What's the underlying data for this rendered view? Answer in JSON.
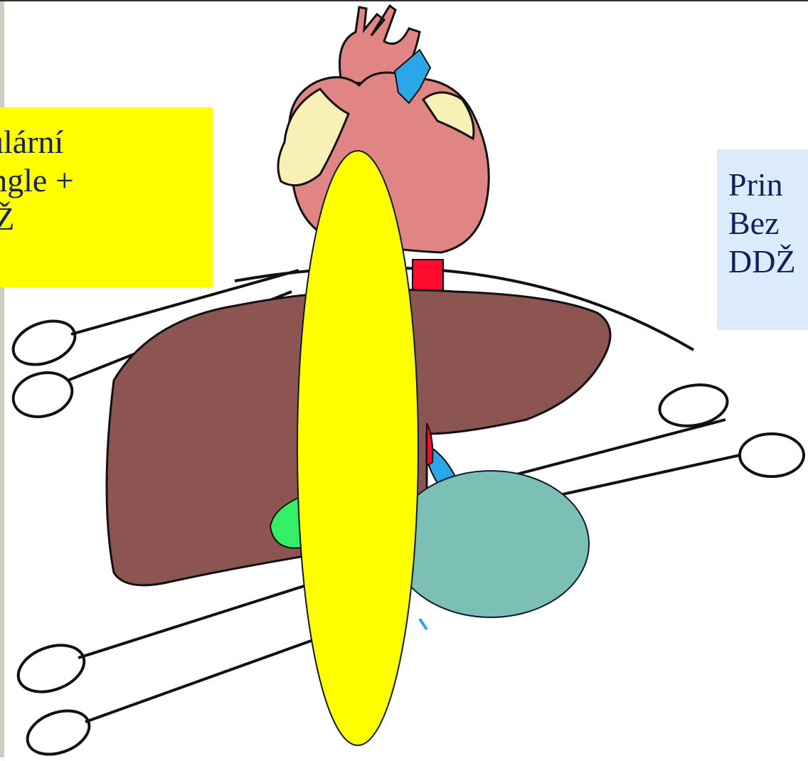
{
  "labels": {
    "left": {
      "lines": [
        "kulární",
        "ringle +",
        "DŽ"
      ],
      "background": "#ffff00"
    },
    "right": {
      "lines": [
        "Prin",
        "Bez",
        "DDŽ"
      ],
      "background": "#dcebfb"
    }
  },
  "colors": {
    "heart": "#e08484",
    "atrium": "#f8f0b4",
    "vein_blue": "#2aa7e6",
    "vessel_red": "#ff0d2e",
    "liver": "#8c5552",
    "gallbladder": "#34ee66",
    "yellow_oval": "#ffff00",
    "teal_oval": "#7cbfb4",
    "outline": "#111111"
  },
  "icons": [
    "heart-illustration",
    "liver-illustration",
    "clamp-icon",
    "clamp-icon",
    "clamp-icon",
    "clamp-icon"
  ]
}
